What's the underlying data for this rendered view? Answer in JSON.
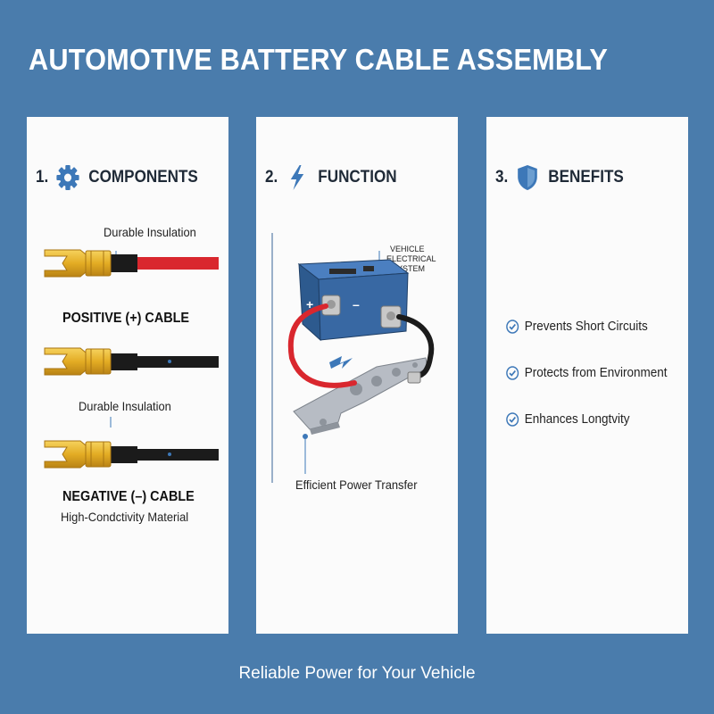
{
  "title": "AUTOMOTIVE BATTERY CABLE ASSEMBLY",
  "panels": {
    "components": {
      "number": "1.",
      "heading": "COMPONENTS",
      "icon": "gear-icon",
      "labels": {
        "insulation_top": "Durable Insulation",
        "positive": "POSITIVE (+) CABLE",
        "insulation_mid": "Durable Insulation",
        "negative": "NEGATIVE (–) CABLE",
        "material": "High-Condctivity Material"
      }
    },
    "function": {
      "number": "2.",
      "heading": "FUNCTION",
      "icon": "lightning-icon",
      "callout_line1": "VEHICLE",
      "callout_line2": "ELECTRICAL",
      "callout_line3": "SYSTEM",
      "plus_sign": "+",
      "minus_sign": "–",
      "caption": "Efficient Power Transfer"
    },
    "benefits": {
      "number": "3.",
      "heading": "BENEFITS",
      "icon": "shield-icon",
      "items": [
        "Prevents Short Circuits",
        "Protects from Environment",
        "Enhances Longtvity"
      ]
    }
  },
  "footer": "Reliable Power for Your Vehicle",
  "colors": {
    "background": "#4a7cac",
    "panel": "#fbfbfb",
    "accent": "#3d78b8",
    "red_cable": "#d9272e",
    "brass": "#e8b531",
    "battery": "#2e5f9a"
  }
}
